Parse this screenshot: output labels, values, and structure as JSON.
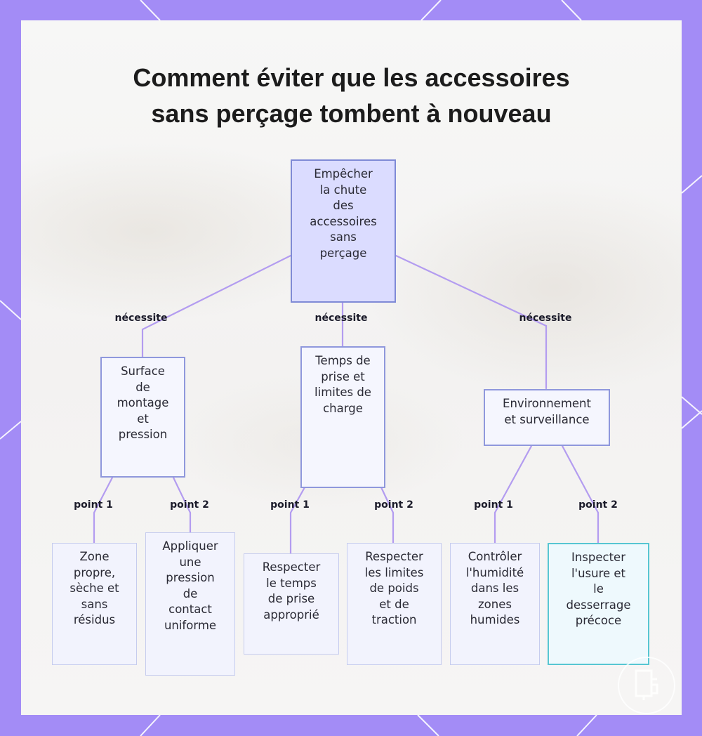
{
  "title": {
    "line1": "Comment éviter que les accessoires",
    "line2": "sans perçage tombent à nouveau"
  },
  "colors": {
    "frame": "#a38cf6",
    "edge": "#b39cf0",
    "root_fill": "#dbdcff",
    "highlight_border": "#57c6d2"
  },
  "nodes": {
    "root": [
      "Empêcher",
      "la chute",
      "des",
      "accessoires",
      "sans",
      "perçage"
    ],
    "surface": [
      "Surface",
      "de",
      "montage",
      "et",
      "pression"
    ],
    "temps": [
      "Temps de",
      "prise et",
      "limites de",
      "charge"
    ],
    "environnement": [
      "Environnement",
      "et surveillance"
    ],
    "zone": [
      "Zone",
      "propre,",
      "sèche et",
      "sans",
      "résidus"
    ],
    "appliquer": [
      "Appliquer",
      "une",
      "pression",
      "de",
      "contact",
      "uniforme"
    ],
    "respecter_temps": [
      "Respecter",
      "le temps",
      "de prise",
      "approprié"
    ],
    "respecter_limites": [
      "Respecter",
      "les limites",
      "de poids",
      "et de",
      "traction"
    ],
    "controler": [
      "Contrôler",
      "l'humidité",
      "dans les",
      "zones",
      "humides"
    ],
    "inspecter": [
      "Inspecter",
      "l'usure et",
      "le",
      "desserrage",
      "précoce"
    ]
  },
  "edge_labels": {
    "requires": "nécessite",
    "point1": "point 1",
    "point2": "point 2"
  },
  "logo_icon": "door-logo-icon"
}
